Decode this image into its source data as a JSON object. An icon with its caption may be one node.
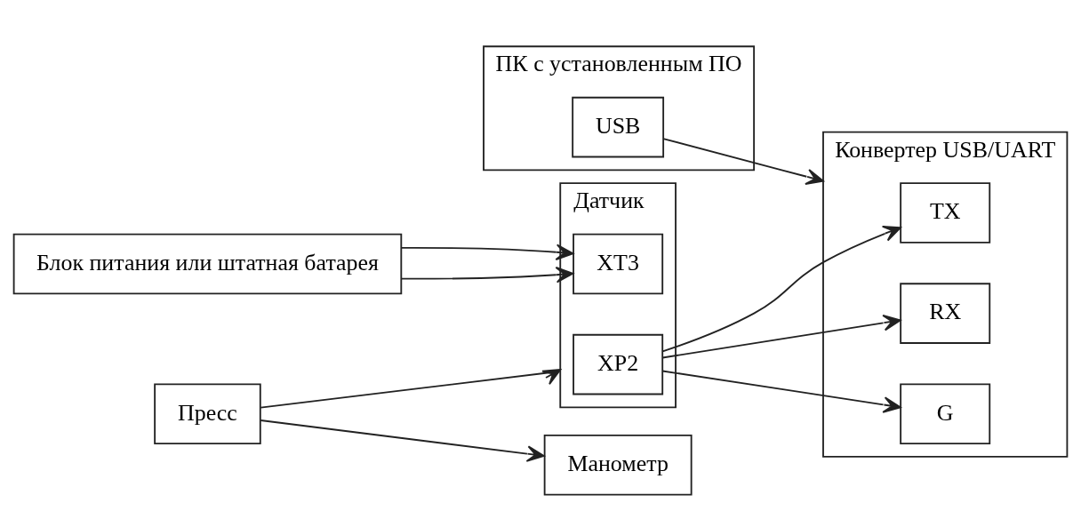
{
  "diagram": {
    "nodes": [
      {
        "text": [
          "ПК с установленным ПО"
        ]
      },
      {
        "text": [
          "USB"
        ],
        "in": 0
      },
      {
        "text": [
          "Конвертер USB/UART"
        ]
      },
      {
        "text": [
          "TX"
        ],
        "in": 2
      },
      {
        "text": [
          "RX"
        ],
        "in": 2
      },
      {
        "text": [
          "G"
        ],
        "in": 2
      },
      {
        "text": [
          "Датчик"
        ]
      },
      {
        "text": [
          "XP2"
        ],
        "in": 6
      },
      {
        "text": [
          "XT3"
        ],
        "in": 6
      },
      {
        "text": [
          "Блок питания или штатная батарея"
        ]
      },
      {
        "text": [
          "Пресс"
        ]
      },
      {
        "text": [
          "Манометр"
        ]
      }
    ],
    "edges": [
      {
        "from": 1,
        "to": 2,
        "arrow": "to"
      },
      {
        "from": 7,
        "to": 3,
        "arrow": "to"
      },
      {
        "from": 7,
        "to": 4,
        "arrow": "to"
      },
      {
        "from": 7,
        "to": 5,
        "arrow": "to"
      },
      {
        "from": 9,
        "to": 8,
        "arrow": "to"
      },
      {
        "from": 9,
        "to": 8,
        "arrow": "to"
      },
      {
        "from": 10,
        "to": 6,
        "arrow": "to"
      },
      {
        "from": 10,
        "to": 11,
        "arrow": "to"
      }
    ]
  }
}
